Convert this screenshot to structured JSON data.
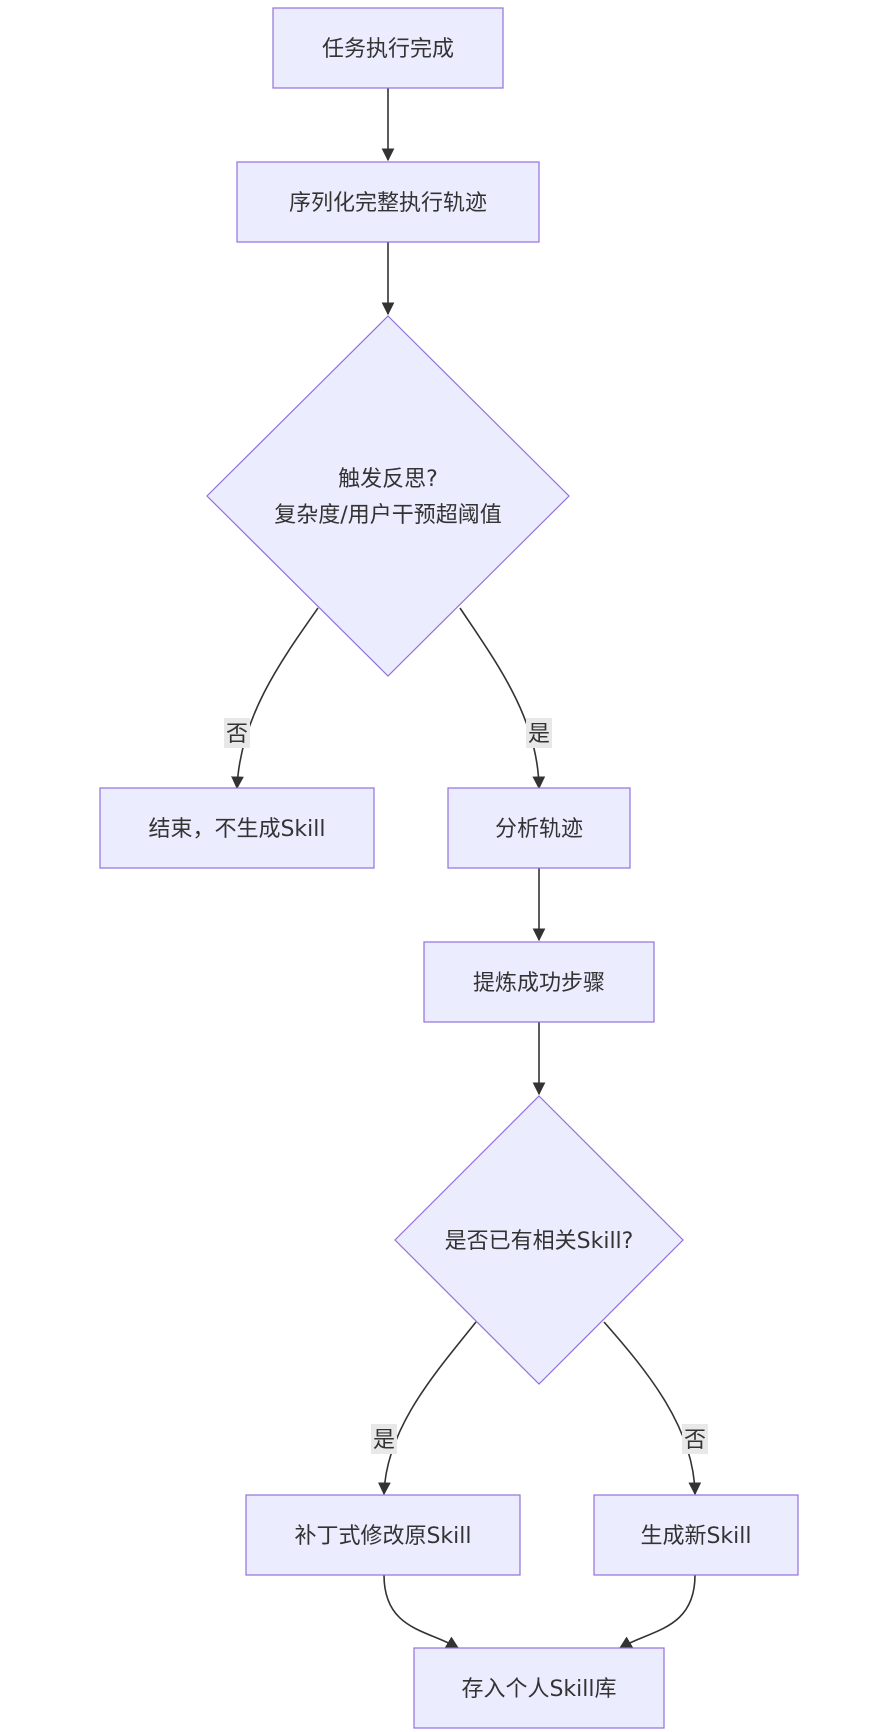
{
  "nodes": {
    "task_complete": "任务执行完成",
    "serialize": "序列化完整执行轨迹",
    "reflect_q_line1": "触发反思?",
    "reflect_q_line2": "复杂度/用户干预超阈值",
    "end_no_skill": "结束，不生成Skill",
    "analyze": "分析轨迹",
    "extract_steps": "提炼成功步骤",
    "existing_q": "是否已有相关Skill?",
    "patch_skill": "补丁式修改原Skill",
    "new_skill": "生成新Skill",
    "store": "存入个人Skill库"
  },
  "edge_labels": {
    "reflect_no": "否",
    "reflect_yes": "是",
    "existing_yes": "是",
    "existing_no": "否"
  },
  "colors": {
    "node_fill": "#ececff",
    "node_stroke": "#9370db",
    "edge": "#333333",
    "label_bg": "#e8e8e8"
  }
}
